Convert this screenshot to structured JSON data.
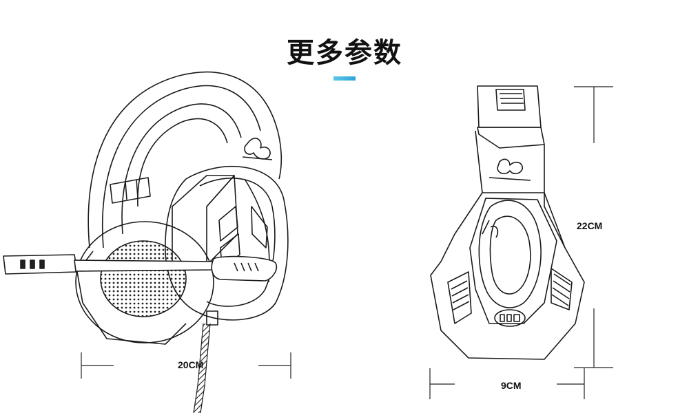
{
  "title": "更多参数",
  "accent_color": "#2fa3d8",
  "dimensions": {
    "width": "20CM",
    "height": "22CM",
    "depth": "9CM"
  },
  "images": {
    "left": "headset-side-sketch",
    "right": "headset-front-sketch"
  }
}
